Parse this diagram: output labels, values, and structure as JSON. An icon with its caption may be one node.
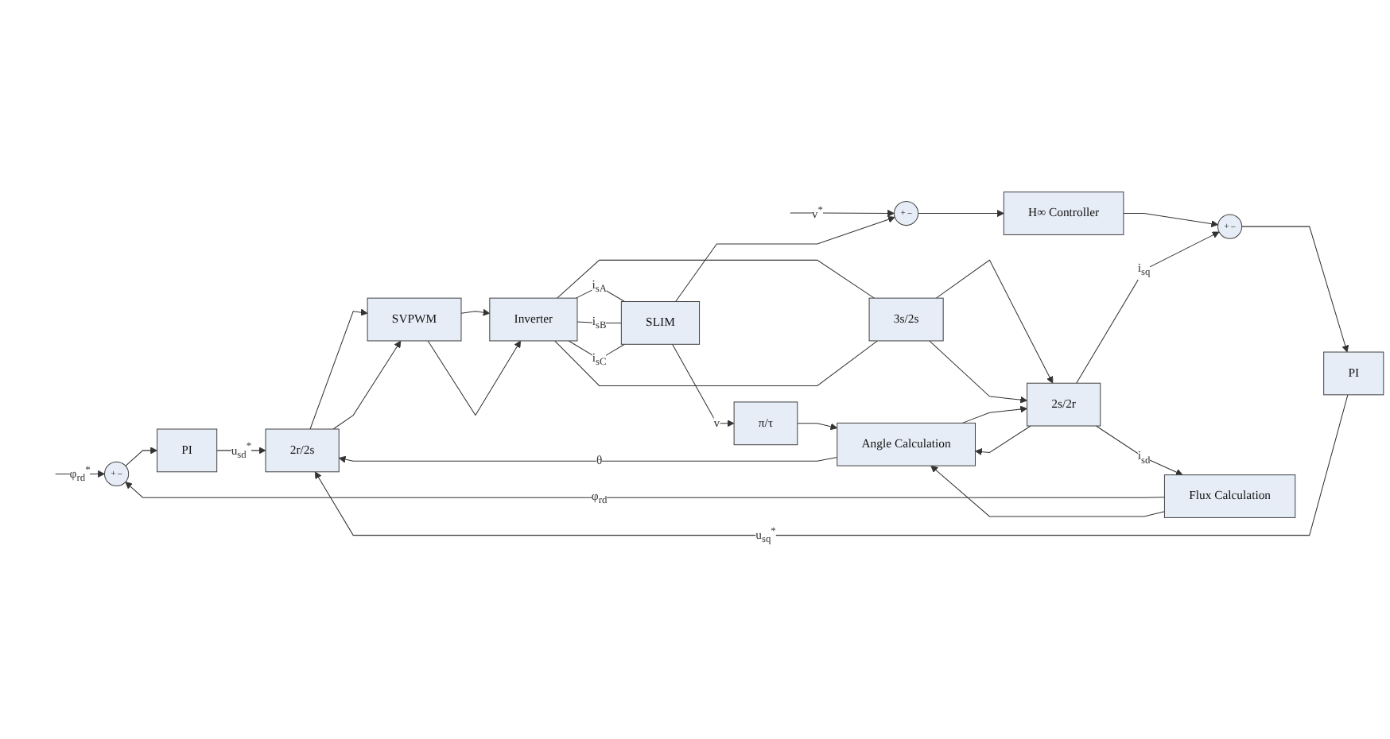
{
  "diagram": {
    "nodes": [
      {
        "text": [
          "+",
          "–"
        ]
      },
      {
        "text": [
          "PI"
        ]
      },
      {
        "text": [
          "2r/2s"
        ]
      },
      {
        "text": [
          "SVPWM"
        ]
      },
      {
        "text": [
          "Inverter"
        ]
      },
      {
        "text": [
          "+",
          "–"
        ]
      },
      {
        "text": [
          "H∞ Controller"
        ]
      },
      {
        "text": [
          "+",
          "–"
        ]
      },
      {
        "text": [
          "PI"
        ]
      },
      {
        "text": [
          "Angle Calculation"
        ]
      },
      {
        "text": [
          "2s/2r"
        ]
      },
      {
        "text": [
          "3s/2s"
        ]
      },
      {
        "text": [
          "Flux Calculation"
        ]
      },
      {
        "text": [
          "π/τ"
        ]
      },
      {
        "text": [
          "SLIM"
        ]
      }
    ],
    "edges": [
      {
        "from": null,
        "to": 5,
        "arrow": "to",
        "label": "v$^{*}$"
      },
      {
        "from": 5,
        "to": 6,
        "arrow": "to"
      },
      {
        "from": 6,
        "to": 7,
        "arrow": "to"
      },
      {
        "from": 7,
        "to": 8,
        "arrow": "to"
      },
      {
        "from": null,
        "to": 0,
        "arrow": "to",
        "label": "φ$_{rd}$$^{*}$"
      },
      {
        "from": 0,
        "to": 1,
        "arrow": "to"
      },
      {
        "from": 1,
        "to": 2,
        "arrow": "to",
        "label": "u$_{sd}$$^{*}$"
      },
      {
        "from": 8,
        "to": 2,
        "arrow": "to",
        "label": "u$_{sq}$$^{*}$"
      },
      {
        "from": 2,
        "to": 3,
        "arrow": "to"
      },
      {
        "from": 2,
        "to": 3,
        "arrow": "to"
      },
      {
        "from": 3,
        "to": 4,
        "arrow": "to"
      },
      {
        "from": 3,
        "to": 4,
        "arrow": "to"
      },
      {
        "from": 4,
        "to": 14,
        "arrow": "none",
        "label": "i$_{sA}$"
      },
      {
        "from": 4,
        "to": 14,
        "arrow": "none",
        "label": "i$_{sB}$"
      },
      {
        "from": 4,
        "to": 14,
        "arrow": "none",
        "label": "i$_{sC}$"
      },
      {
        "from": 4,
        "to": 11,
        "arrow": "none"
      },
      {
        "from": 4,
        "to": 11,
        "arrow": "none"
      },
      {
        "from": 11,
        "to": 10,
        "arrow": "to"
      },
      {
        "from": 11,
        "to": 10,
        "arrow": "to"
      },
      {
        "from": 9,
        "to": 2,
        "arrow": "to",
        "label": "θ"
      },
      {
        "from": 9,
        "to": 10,
        "arrow": "to"
      },
      {
        "from": 10,
        "to": 7,
        "arrow": "to",
        "label": "i$_{sq}$"
      },
      {
        "from": 10,
        "to": 9,
        "arrow": "to"
      },
      {
        "from": 10,
        "to": 12,
        "arrow": "to",
        "label": "i$_{sd}$"
      },
      {
        "from": 12,
        "to": 0,
        "arrow": "to",
        "label": "φ$_{rd}$"
      },
      {
        "from": 12,
        "to": 9,
        "arrow": "to"
      },
      {
        "from": 14,
        "to": 13,
        "arrow": "to",
        "label": "v"
      },
      {
        "from": 13,
        "to": 9,
        "arrow": "to"
      },
      {
        "from": 14,
        "to": 5,
        "arrow": "to"
      }
    ]
  }
}
